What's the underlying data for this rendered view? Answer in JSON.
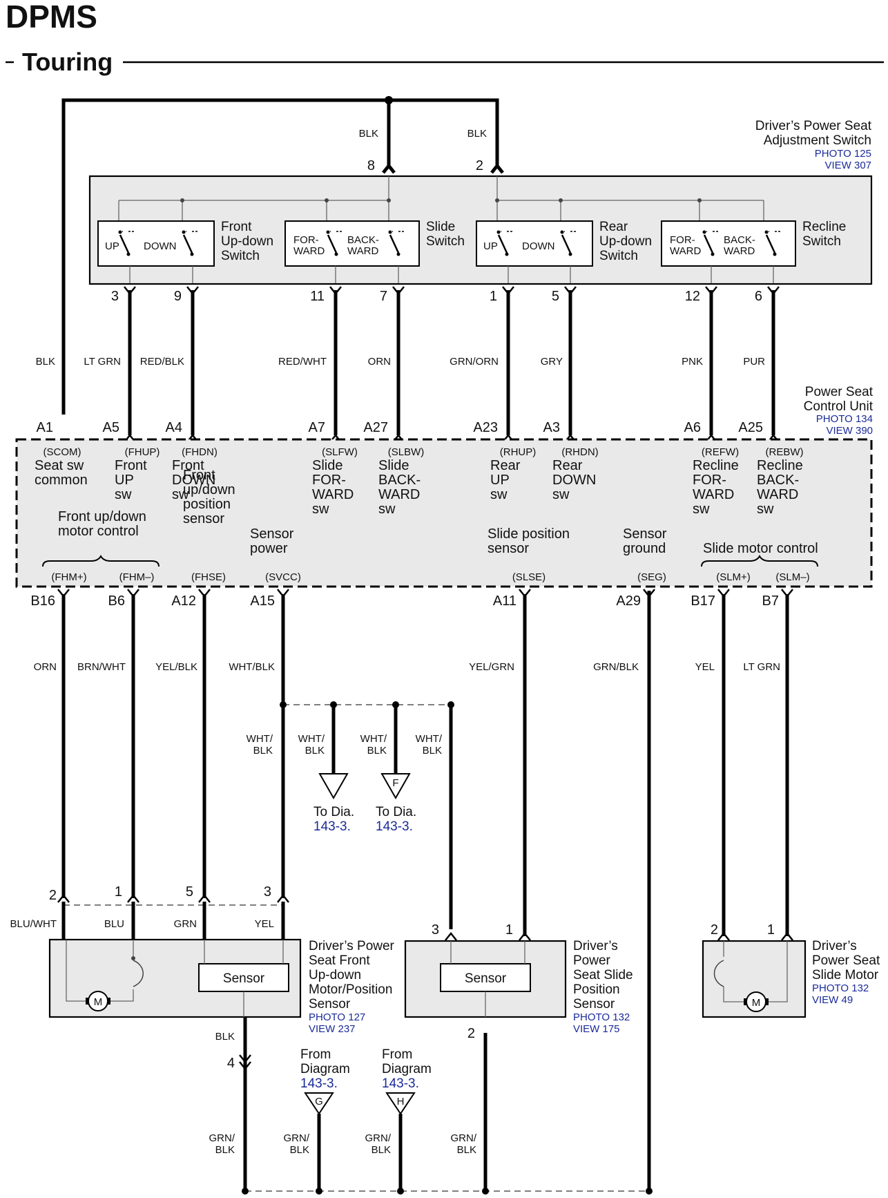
{
  "title": "DPMS",
  "subtitle": "Touring",
  "switch_assembly": {
    "name_lines": [
      "Driver’s Power Seat",
      "Adjustment Switch"
    ],
    "photo": "PHOTO 125",
    "view": "VIEW 307",
    "top_pins": [
      "8",
      "2"
    ],
    "top_wires": [
      "BLK",
      "BLK"
    ],
    "switches": [
      {
        "name_lines": [
          "Front",
          "Up-down",
          "Switch"
        ],
        "contacts": [
          "UP",
          "DOWN"
        ]
      },
      {
        "name_lines": [
          "Slide",
          "Switch"
        ],
        "contacts": [
          "FOR-|WARD",
          "BACK-|WARD"
        ]
      },
      {
        "name_lines": [
          "Rear",
          "Up-down",
          "Switch"
        ],
        "contacts": [
          "UP",
          "DOWN"
        ]
      },
      {
        "name_lines": [
          "Recline",
          "Switch"
        ],
        "contacts": [
          "FOR-|WARD",
          "BACK-|WARD"
        ]
      }
    ],
    "bottom_pins": [
      "3",
      "9",
      "11",
      "7",
      "1",
      "5",
      "12",
      "6"
    ]
  },
  "upper_wires": [
    "BLK",
    "LT GRN",
    "RED/BLK",
    "RED/WHT",
    "ORN",
    "GRN/ORN",
    "GRY",
    "PNK",
    "PUR"
  ],
  "control_unit": {
    "name_lines": [
      "Power Seat",
      "Control Unit"
    ],
    "photo": "PHOTO 134",
    "view": "VIEW 390",
    "top_terminals": [
      {
        "pin": "A1",
        "code": "(SCOM)",
        "label": [
          "Seat sw",
          "common"
        ]
      },
      {
        "pin": "A5",
        "code": "(FHUP)",
        "label": [
          "Front",
          "UP",
          "sw"
        ]
      },
      {
        "pin": "A4",
        "code": "(FHDN)",
        "label": [
          "Front",
          "DOWN",
          "sw"
        ]
      },
      {
        "pin": "A7",
        "code": "(SLFW)",
        "label": [
          "Slide",
          "FOR-",
          "WARD",
          "sw"
        ]
      },
      {
        "pin": "A27",
        "code": "(SLBW)",
        "label": [
          "Slide",
          "BACK-",
          "WARD",
          "sw"
        ]
      },
      {
        "pin": "A23",
        "code": "(RHUP)",
        "label": [
          "Rear",
          "UP",
          "sw"
        ]
      },
      {
        "pin": "A3",
        "code": "(RHDN)",
        "label": [
          "Rear",
          "DOWN",
          "sw"
        ]
      },
      {
        "pin": "A6",
        "code": "(REFW)",
        "label": [
          "Recline",
          "FOR-",
          "WARD",
          "sw"
        ]
      },
      {
        "pin": "A25",
        "code": "(REBW)",
        "label": [
          "Recline",
          "BACK-",
          "WARD",
          "sw"
        ]
      }
    ],
    "bottom_groups": [
      {
        "label": [
          "Front up/down",
          "motor control"
        ],
        "codes": [
          "(FHM+)",
          "(FHM–)"
        ]
      },
      {
        "label": [
          "Front",
          "up/down",
          "position",
          "sensor"
        ],
        "codes": [
          "(FHSE)"
        ]
      },
      {
        "label": [
          "Sensor",
          "power"
        ],
        "codes": [
          "(SVCC)"
        ]
      },
      {
        "label": [
          "Slide position",
          "sensor"
        ],
        "codes": [
          "(SLSE)"
        ]
      },
      {
        "label": [
          "Sensor",
          "ground"
        ],
        "codes": [
          "(SEG)"
        ]
      },
      {
        "label": [
          "Slide motor control"
        ],
        "codes": [
          "(SLM+)",
          "(SLM–)"
        ]
      }
    ],
    "bottom_pins": [
      "B16",
      "B6",
      "A12",
      "A15",
      "A11",
      "A29",
      "B17",
      "B7"
    ]
  },
  "lower_wires": [
    "ORN",
    "BRN/WHT",
    "YEL/BLK",
    "WHT/BLK",
    "YEL/GRN",
    "GRN/BLK",
    "YEL",
    "LT GRN"
  ],
  "splice_branches": [
    {
      "wire": [
        "WHT/",
        "BLK"
      ]
    },
    {
      "wire": [
        "WHT/",
        "BLK"
      ],
      "to_text": "To Dia.",
      "ref": "143-3."
    },
    {
      "wire": [
        "WHT/",
        "BLK"
      ],
      "letter": "F",
      "to_text": "To Dia.",
      "ref": "143-3."
    },
    {
      "wire": [
        "WHT/",
        "BLK"
      ]
    }
  ],
  "front_motor": {
    "name_lines": [
      "Driver’s Power",
      "Seat Front",
      "Up-down",
      "Motor/Position",
      "Sensor"
    ],
    "photo": "PHOTO 127",
    "view": "VIEW 237",
    "pins": [
      "2",
      "1",
      "5",
      "3"
    ],
    "wires": [
      "BLU/WHT",
      "BLU",
      "GRN",
      "YEL"
    ],
    "sensor_label": "Sensor",
    "motor_symbol": "M",
    "ground_pin": "4",
    "ground_wire": "BLK"
  },
  "slide_sensor": {
    "name_lines": [
      "Driver’s",
      "Power",
      "Seat Slide",
      "Position",
      "Sensor"
    ],
    "photo": "PHOTO 132",
    "view": "VIEW 175",
    "pins": [
      "3",
      "1"
    ],
    "sensor_label": "Sensor",
    "ground_pin": "2"
  },
  "slide_motor": {
    "name_lines": [
      "Driver’s",
      "Power Seat",
      "Slide Motor"
    ],
    "photo": "PHOTO 132",
    "view": "VIEW 49",
    "pins": [
      "2",
      "1"
    ],
    "motor_symbol": "M"
  },
  "from_diagrams": [
    {
      "text": [
        "From",
        "Diagram"
      ],
      "ref": "143-3.",
      "letter": "G"
    },
    {
      "text": [
        "From",
        "Diagram"
      ],
      "ref": "143-3.",
      "letter": "H"
    }
  ],
  "ground_wires": [
    {
      "wire": [
        "GRN/",
        "BLK"
      ]
    },
    {
      "wire": [
        "GRN/",
        "BLK"
      ]
    },
    {
      "wire": [
        "GRN/",
        "BLK"
      ]
    },
    {
      "wire": [
        "GRN/",
        "BLK"
      ]
    }
  ]
}
